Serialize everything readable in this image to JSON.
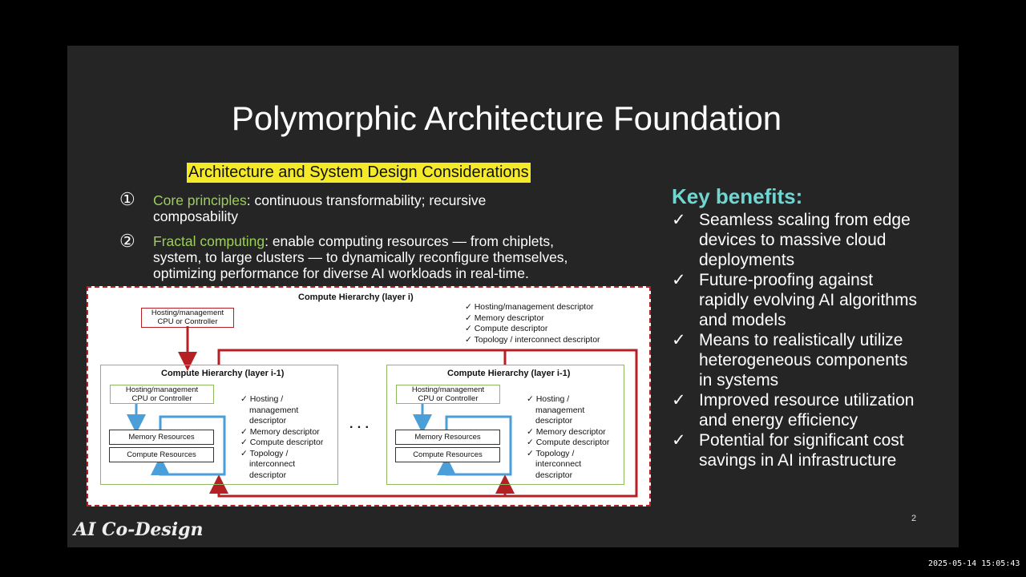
{
  "slide": {
    "title": "Polymorphic Architecture Foundation",
    "subtitle": "Architecture and System Design Considerations",
    "items": [
      {
        "num": "①",
        "head": "Core principles",
        "text_line1": ": continuous transformability; recursive",
        "text_line2": "composability"
      },
      {
        "num": "②",
        "head": "Fractal computing",
        "text_line1": ": enable computing resources — from chiplets,",
        "text_line2": "system, to large clusters — to dynamically reconfigure themselves,",
        "text_line3": "optimizing performance for diverse AI workloads in real-time."
      }
    ],
    "key_benefits": {
      "title": "Key benefits:",
      "check": "✓",
      "items": [
        [
          "Seamless scaling from edge",
          "devices to massive cloud",
          "deployments"
        ],
        [
          "Future-proofing against",
          "rapidly evolving AI algorithms",
          "and models"
        ],
        [
          "Means to realistically utilize",
          "heterogeneous components",
          "in systems"
        ],
        [
          "Improved resource utilization",
          "and energy efficiency"
        ],
        [
          "Potential for significant cost",
          "savings in AI infrastructure"
        ]
      ]
    },
    "page_number": "2",
    "logo": "AI Co-Design"
  },
  "diagram": {
    "outer_title": "Compute Hierarchy (layer i)",
    "outer_host_line1": "Hosting/management",
    "outer_host_line2": "CPU or Controller",
    "outer_descriptors": [
      "✓ Hosting/management descriptor",
      "✓ Memory descriptor",
      "✓ Compute descriptor",
      "✓ Topology / interconnect descriptor"
    ],
    "inner_title": "Compute Hierarchy (layer i-1)",
    "inner_host_line1": "Hosting/management",
    "inner_host_line2": "CPU or Controller",
    "memory": "Memory Resources",
    "compute": "Compute Resources",
    "inner_descriptors": [
      "✓ Hosting /",
      "management",
      "descriptor",
      "✓ Memory descriptor",
      "✓ Compute descriptor",
      "✓ Topology /",
      "interconnect",
      "descriptor"
    ],
    "ellipsis": "· · ·"
  },
  "timestamp": "2025-05-14 15:05:43",
  "colors": {
    "accent_yellow": "#f5ea28",
    "green": "#9ccf5a",
    "teal": "#6fd6d2",
    "red": "#b52025",
    "blue": "#4a9fd8",
    "box_green": "#8db860"
  }
}
